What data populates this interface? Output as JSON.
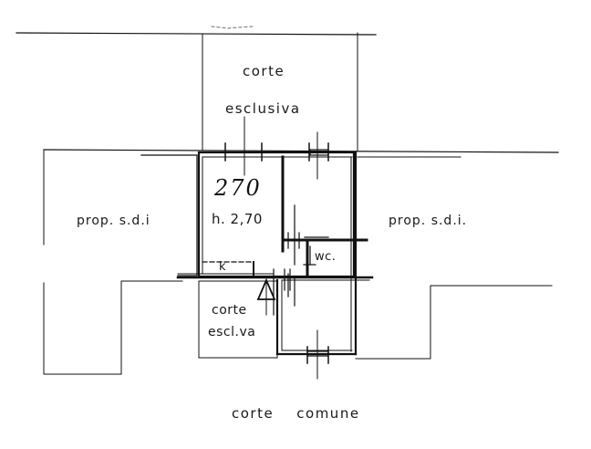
{
  "plan": {
    "labels": {
      "top_courtyard_line1": "corte",
      "top_courtyard_line2": "esclusiva",
      "left_property": "prop. s.d.i",
      "right_property": "prop.  s.d.i.",
      "room_height": "h. 2,70",
      "handwritten_height": "270",
      "wc": "wc.",
      "kitchen": "k",
      "small_courtyard_line1": "corte",
      "small_courtyard_line2": "escl.va",
      "bottom_common": "corte    comune"
    },
    "colors": {
      "line": "#111111",
      "background": "#ffffff"
    }
  }
}
